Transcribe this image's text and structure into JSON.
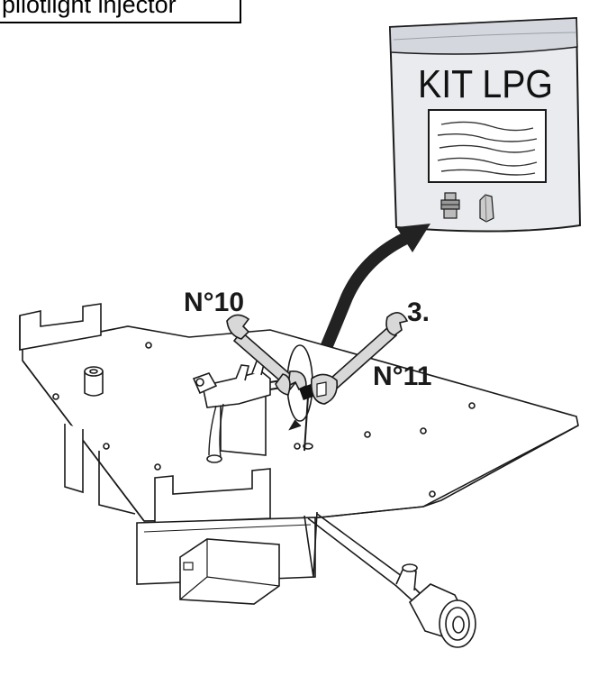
{
  "title": "pilotlight injector",
  "bag_label": "KIT LPG",
  "labels": {
    "wrench_left": "N°10",
    "wrench_right": "N°11",
    "step": "3."
  },
  "colors": {
    "line": "#1a1a1a",
    "bag_fill": "#e9ebef",
    "bag_top": "#d4d7dd",
    "arrow": "#222222",
    "wrench_fill": "#d8d8d8"
  }
}
